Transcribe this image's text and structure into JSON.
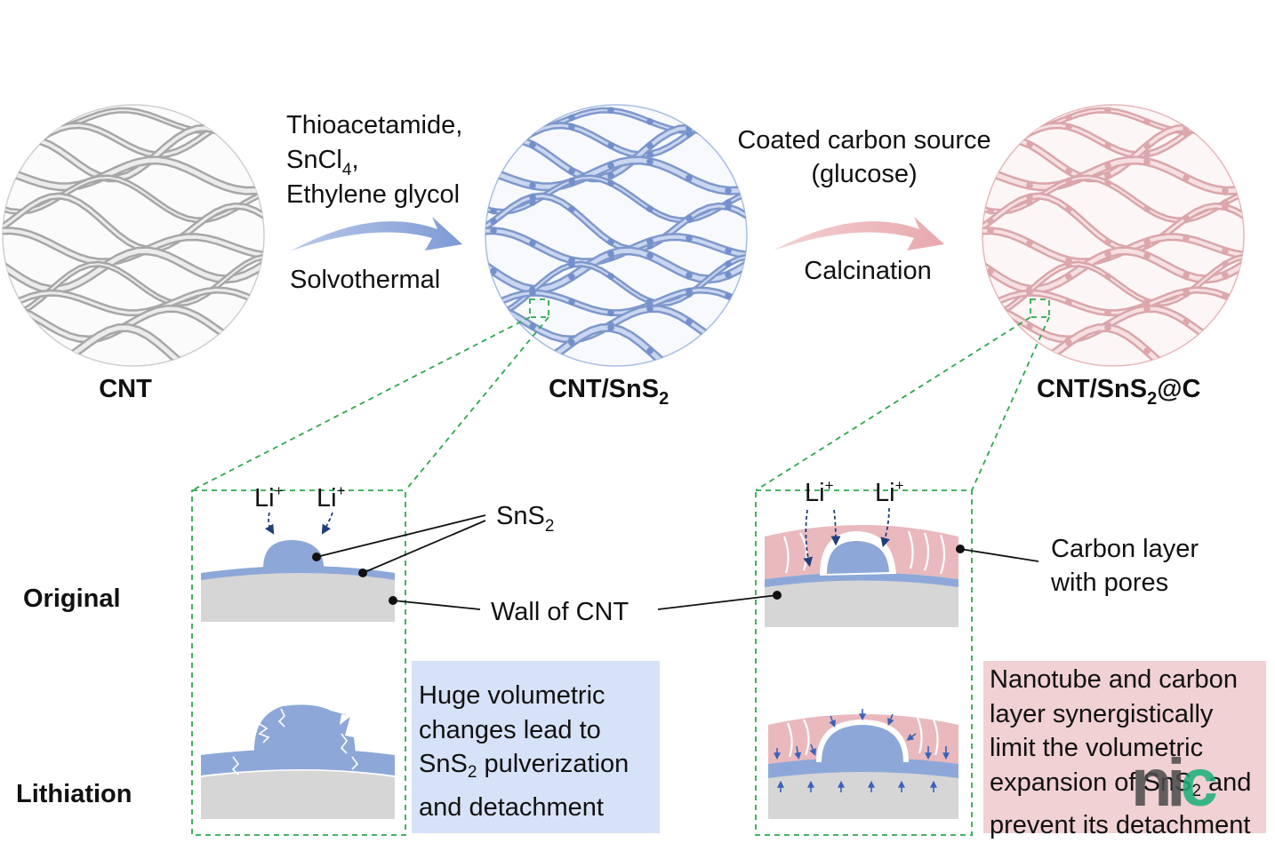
{
  "step1": {
    "reagents": [
      "Thioacetamide,",
      "SnCl",
      "4",
      ",",
      "Ethylene glycol"
    ],
    "method": "Solvothermal"
  },
  "step2": {
    "reagents": [
      "Coated carbon source",
      "(glucose)"
    ],
    "method": "Calcination"
  },
  "stages": {
    "cnt": "CNT",
    "cnt_sns2": [
      "CNT/SnS",
      "2"
    ],
    "cnt_sns2_c": [
      "CNT/SnS",
      "2",
      "@C"
    ]
  },
  "row_labels": {
    "original": "Original",
    "lithiation": "Lithiation"
  },
  "callouts": {
    "li_plus": [
      "Li",
      "+"
    ],
    "sns2": [
      "SnS",
      "2"
    ],
    "wall": "Wall of CNT",
    "carbon_layer": [
      "Carbon layer",
      "with pores"
    ]
  },
  "notes": {
    "left": [
      "Huge volumetric",
      "changes lead to",
      "SnS",
      "2",
      " pulverization",
      "and detachment"
    ],
    "right": [
      "Nanotube and carbon",
      "layer synergistically",
      "limit the volumetric",
      "expansion of SnS",
      "2",
      " and",
      "prevent its detachment"
    ]
  },
  "watermark": "nic",
  "colors": {
    "blue": "#8da8d8",
    "pink": "#e9b9bd",
    "gray": "#d6d6d6",
    "green_dash": "#2fa84f",
    "arrow_navy": "#1f3f7a"
  }
}
